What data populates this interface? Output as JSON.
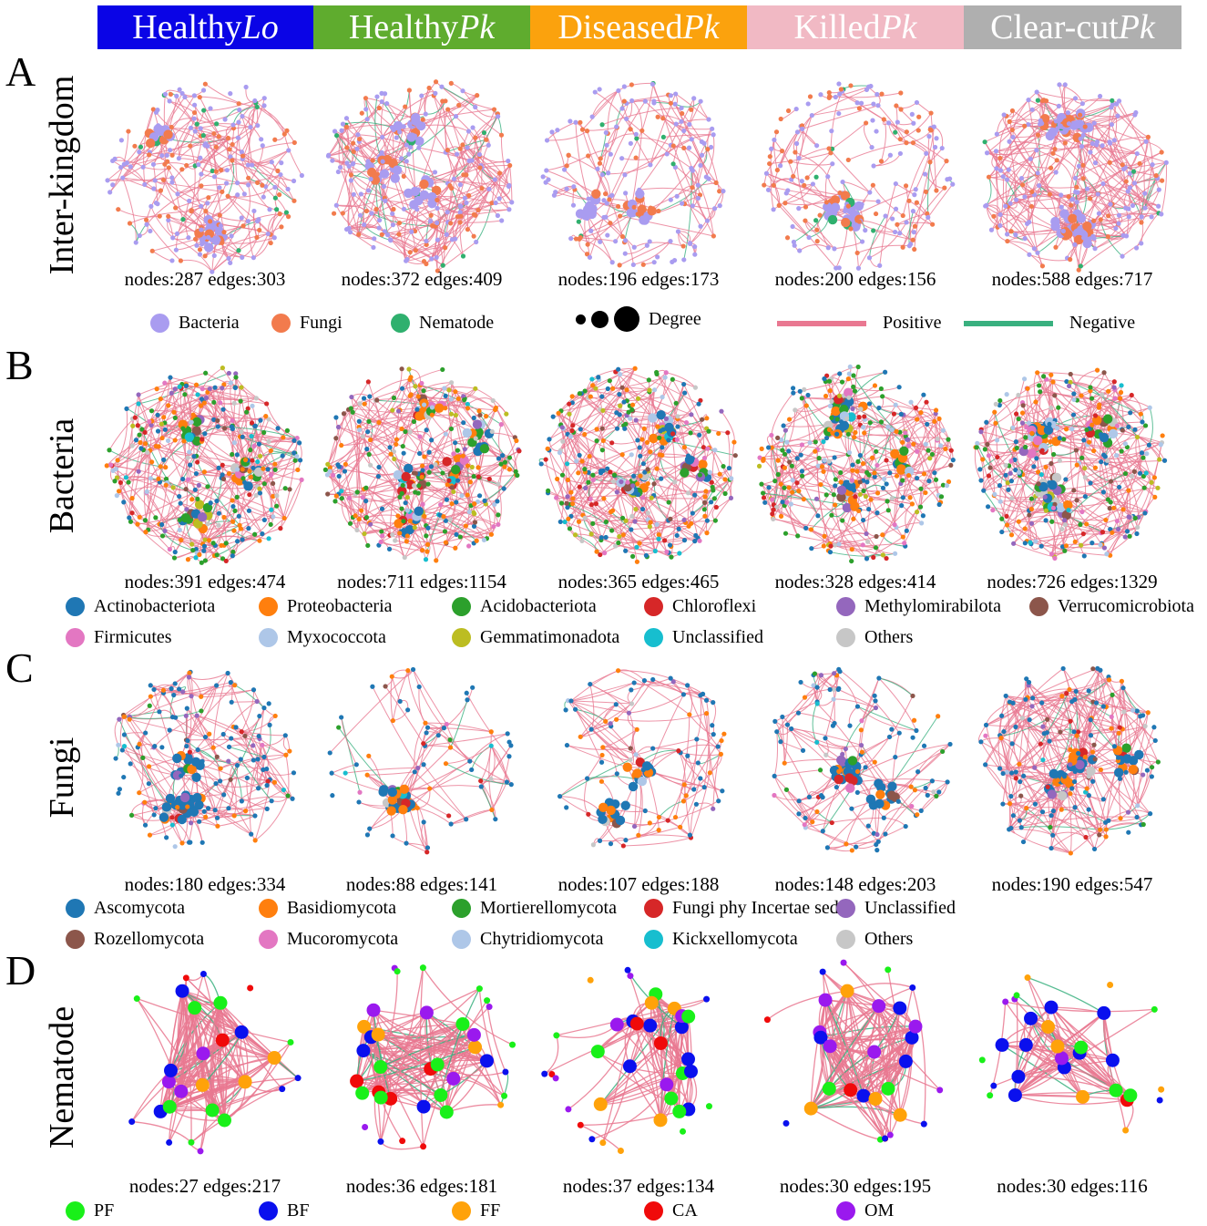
{
  "headers": [
    {
      "label": "Healthy ",
      "italic": "Lo",
      "color": "#0a04e6",
      "text_color": "#ffffff"
    },
    {
      "label": "Healthy ",
      "italic": "Pk",
      "color": "#5fac2e",
      "text_color": "#ffffff"
    },
    {
      "label": "Diseased ",
      "italic": "Pk",
      "color": "#fba20d",
      "text_color": "#ffffff"
    },
    {
      "label": "Killed ",
      "italic": "Pk",
      "color": "#f1b9c4",
      "text_color": "#ffffff"
    },
    {
      "label": "Clear-cut ",
      "italic": "Pk",
      "color": "#afafaf",
      "text_color": "#ffffff"
    }
  ],
  "panels": [
    {
      "letter": "A",
      "row_label": "Inter-kingdom",
      "stats": [
        "nodes:287 edges:303",
        "nodes:372 edges:409",
        "nodes:196 edges:173",
        "nodes:200 edges:156",
        "nodes:588 edges:717"
      ],
      "palette": [
        "#a99cf0",
        "#f27b4d",
        "#2fb06e"
      ],
      "weights": [
        0.62,
        0.34,
        0.04
      ],
      "hubs": [
        2,
        3,
        2,
        2,
        4
      ],
      "legend_top": [
        {
          "label": "Bacteria",
          "color": "#a99cf0",
          "kind": "dot"
        },
        {
          "label": "Fungi",
          "color": "#f27b4d",
          "kind": "dot"
        },
        {
          "label": "Nematode",
          "color": "#2fb06e",
          "kind": "dot"
        },
        {
          "label": "Degree",
          "color": "#000000",
          "kind": "degree"
        },
        {
          "label": "Positive",
          "color": "#e97891",
          "kind": "line"
        },
        {
          "label": "Negative",
          "color": "#39b07f",
          "kind": "line"
        }
      ]
    },
    {
      "letter": "B",
      "row_label": "Bacteria",
      "stats": [
        "nodes:391 edges:474",
        "nodes:711 edges:1154",
        "nodes:365 edges:465",
        "nodes:328 edges:414",
        "nodes:726 edges:1329"
      ],
      "palette": [
        "#1f77b4",
        "#ff7f0e",
        "#2ca02c",
        "#d62728",
        "#9467bd",
        "#8c564b",
        "#e377c2",
        "#aec7e8",
        "#bcbd22",
        "#17becf",
        "#c7c7c7"
      ],
      "weights": [
        0.22,
        0.2,
        0.18,
        0.06,
        0.04,
        0.04,
        0.06,
        0.07,
        0.04,
        0.03,
        0.06
      ],
      "hubs": [
        3,
        5,
        3,
        4,
        5
      ],
      "legend": [
        {
          "label": "Actinobacteriota",
          "color": "#1f77b4"
        },
        {
          "label": "Proteobacteria",
          "color": "#ff7f0e"
        },
        {
          "label": "Acidobacteriota",
          "color": "#2ca02c"
        },
        {
          "label": "Chloroflexi",
          "color": "#d62728"
        },
        {
          "label": "Methylomirabilota",
          "color": "#9467bd"
        },
        {
          "label": "Verrucomicrobiota",
          "color": "#8c564b"
        },
        {
          "label": "Firmicutes",
          "color": "#e377c2"
        },
        {
          "label": "Myxococcota",
          "color": "#aec7e8"
        },
        {
          "label": "Gemmatimonadota",
          "color": "#bcbd22"
        },
        {
          "label": "Unclassified",
          "color": "#17becf"
        },
        {
          "label": "Others",
          "color": "#c7c7c7"
        }
      ]
    },
    {
      "letter": "C",
      "row_label": "Fungi",
      "stats": [
        "nodes:180 edges:334",
        "nodes:88 edges:141",
        "nodes:107 edges:188",
        "nodes:148 edges:203",
        "nodes:190 edges:547"
      ],
      "palette": [
        "#1f77b4",
        "#ff7f0e",
        "#2ca02c",
        "#d62728",
        "#9467bd",
        "#8c564b",
        "#e377c2",
        "#aec7e8",
        "#17becf",
        "#c7c7c7"
      ],
      "weights": [
        0.58,
        0.18,
        0.03,
        0.05,
        0.06,
        0.03,
        0.02,
        0.02,
        0.01,
        0.02
      ],
      "hubs": [
        3,
        2,
        2,
        3,
        3
      ],
      "legend": [
        {
          "label": "Ascomycota",
          "color": "#1f77b4"
        },
        {
          "label": "Basidiomycota",
          "color": "#ff7f0e"
        },
        {
          "label": "Mortierellomycota",
          "color": "#2ca02c"
        },
        {
          "label": "Fungi phy Incertae sedis",
          "color": "#d62728"
        },
        {
          "label": "Unclassified",
          "color": "#9467bd"
        },
        {
          "label": "Rozellomycota",
          "color": "#8c564b"
        },
        {
          "label": "Mucoromycota",
          "color": "#e377c2"
        },
        {
          "label": "Chytridiomycota",
          "color": "#aec7e8"
        },
        {
          "label": "Kickxellomycota",
          "color": "#17becf"
        },
        {
          "label": "Others",
          "color": "#c7c7c7"
        }
      ]
    },
    {
      "letter": "D",
      "row_label": "Nematode",
      "stats": [
        "nodes:27 edges:217",
        "nodes:36 edges:181",
        "nodes:37 edges:134",
        "nodes:30 edges:195",
        "nodes:30 edges:116"
      ],
      "palette": [
        "#19f019",
        "#0a10ee",
        "#ffa20a",
        "#f00a0a",
        "#9a19ee"
      ],
      "weights": [
        0.28,
        0.26,
        0.14,
        0.1,
        0.22
      ],
      "hubs": [
        0,
        0,
        0,
        0,
        0
      ],
      "legend": [
        {
          "label": "PF",
          "color": "#19f019"
        },
        {
          "label": "BF",
          "color": "#0a10ee"
        },
        {
          "label": "FF",
          "color": "#ffa20a"
        },
        {
          "label": "CA",
          "color": "#f00a0a"
        },
        {
          "label": "OM",
          "color": "#9a19ee"
        }
      ]
    }
  ],
  "edge_colors": {
    "positive": "#e97891",
    "negative": "#39b07f"
  }
}
